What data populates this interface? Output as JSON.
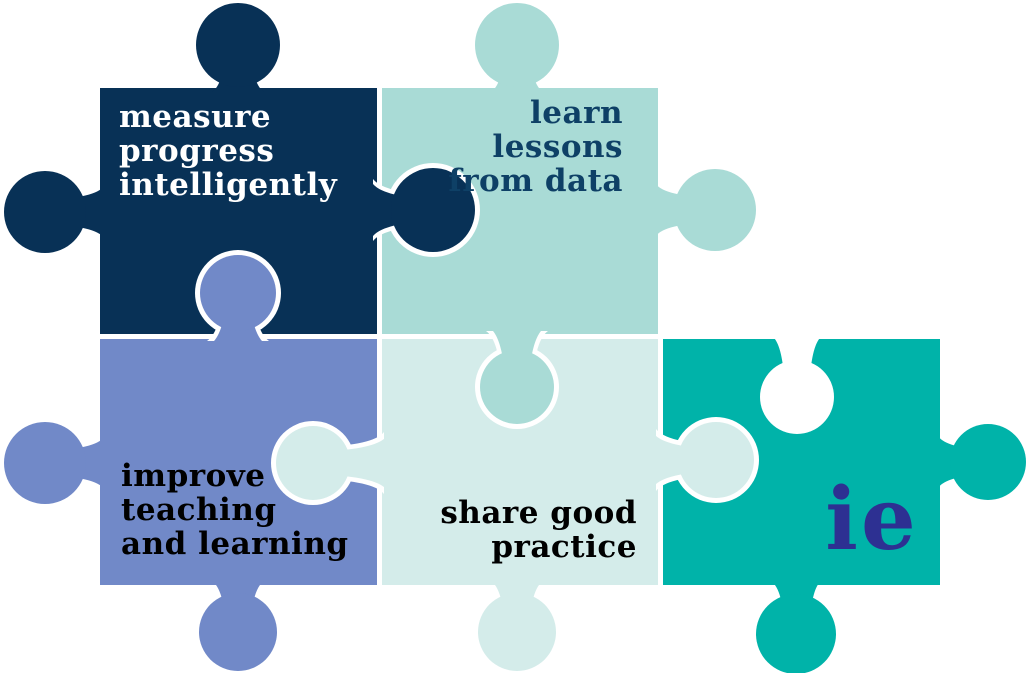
{
  "figure": {
    "type": "jigsaw-puzzle-infographic",
    "background": "#ffffff",
    "piece_count": 5
  },
  "colors": {
    "navy": "#083156",
    "light_teal": "#a9dbd6",
    "periwinkle": "#7189c8",
    "pale_mint": "#d4ecea",
    "teal": "#00b3a9",
    "white": "#ffffff",
    "text_white": "#ffffff",
    "text_navy": "#0e4066",
    "text_black": "#000000",
    "text_indigo": "#2d3092"
  },
  "pieces": [
    {
      "id": "measure-progress",
      "label": "measure\nprogress\nintelligently",
      "fill_color": "#083156",
      "text_color": "#ffffff",
      "position": "top-left"
    },
    {
      "id": "learn-lessons",
      "label": "learn\nlessons\nfrom data",
      "fill_color": "#a9dbd6",
      "text_color": "#0e4066",
      "position": "top-middle"
    },
    {
      "id": "improve-teaching",
      "label": "improve\nteaching\nand learning",
      "fill_color": "#7189c8",
      "text_color": "#000000",
      "position": "bottom-left"
    },
    {
      "id": "share-practice",
      "label": "share good\npractice",
      "fill_color": "#d4ecea",
      "text_color": "#000000",
      "position": "bottom-middle"
    },
    {
      "id": "ie-logo",
      "label": "ie",
      "fill_color": "#00b3a9",
      "text_color": "#2d3092",
      "position": "bottom-right"
    }
  ]
}
